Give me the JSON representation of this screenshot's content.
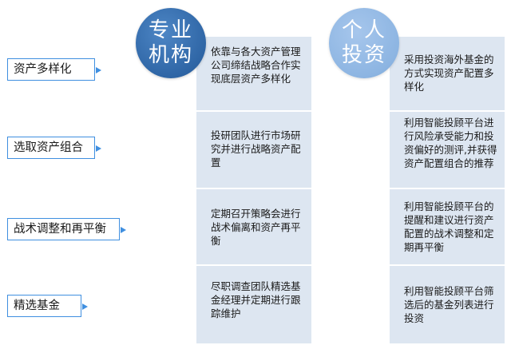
{
  "headers": {
    "institution": [
      "专业",
      "机构"
    ],
    "individual": [
      "个人",
      "投资"
    ]
  },
  "rows": [
    {
      "label": "资产多样化",
      "institution": "依靠与各大资产管理公司缔结战略合作实现底层资产多样化",
      "individual": "采用投资海外基金的方式实现资产配置多样化"
    },
    {
      "label": "选取资产组合",
      "institution": "投研团队进行市场研究并进行战略资产配置",
      "individual": "利用智能投顾平台进行风险承受能力和投资偏好的测评,并获得资产配置组合的推荐"
    },
    {
      "label": "战术调整和再平衡",
      "institution": "定期召开策略会进行战术偏离和资产再平衡",
      "individual": "利用智能投顾平台的提醒和建议进行资产配置的战术调整和定期再平衡"
    },
    {
      "label": "精选基金",
      "institution": "尽职调查团队精选基金经理并定期进行跟踪维护",
      "individual": "利用智能投顾平台筛选后的基金列表进行投资"
    }
  ],
  "colors": {
    "label_border": "#3f8fe0",
    "panel": "#dde6f1",
    "institution_circle": "#2f66a6",
    "individual_circle": "#8db5e2"
  }
}
